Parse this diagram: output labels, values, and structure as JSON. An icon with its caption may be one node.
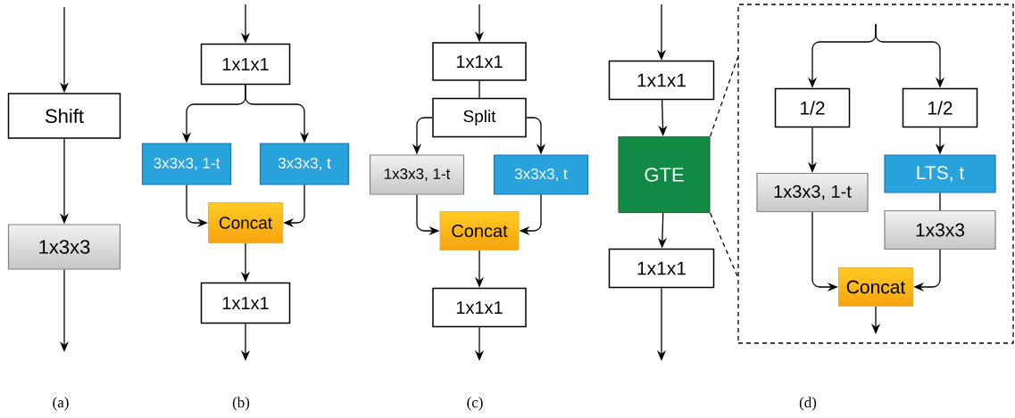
{
  "diagram": {
    "nodes": [
      {
        "text": [
          "Shift"
        ]
      },
      {
        "text": [
          "1x3x3"
        ]
      },
      {
        "text": [
          "1x1x1"
        ]
      },
      {
        "text": [
          "3x3x3, 1-t"
        ]
      },
      {
        "text": [
          "3x3x3, t"
        ]
      },
      {
        "text": [
          "Concat"
        ]
      },
      {
        "text": [
          "1x1x1"
        ]
      },
      {
        "text": [
          "1x1x1"
        ]
      },
      {
        "text": [
          "Split"
        ]
      },
      {
        "text": [
          "1x3x3, 1-t"
        ]
      },
      {
        "text": [
          "3x3x3, t"
        ]
      },
      {
        "text": [
          "Concat"
        ]
      },
      {
        "text": [
          "1x1x1"
        ]
      },
      {
        "text": [
          "1x1x1"
        ]
      },
      {
        "text": [
          "GTE"
        ]
      },
      {
        "text": [
          "1x1x1"
        ]
      },
      {
        "text": [],
        "shape": "box"
      },
      {
        "text": [
          "1/2"
        ],
        "in": 16
      },
      {
        "text": [
          "1/2"
        ],
        "in": 16
      },
      {
        "text": [
          "1x3x3, 1-t"
        ],
        "in": 16
      },
      {
        "text": [
          "LTS, t"
        ],
        "in": 16
      },
      {
        "text": [
          "1x3x3"
        ],
        "in": 16
      },
      {
        "text": [
          "Concat"
        ],
        "in": 16
      }
    ],
    "edges": [
      {
        "from": null,
        "to": 0,
        "arrow": "to"
      },
      {
        "from": 0,
        "to": 1,
        "arrow": "to"
      },
      {
        "from": 1,
        "to": null,
        "arrow": "to"
      },
      {
        "from": null,
        "to": 2,
        "arrow": "to"
      },
      {
        "from": 2,
        "to": 3,
        "arrow": "to"
      },
      {
        "from": 2,
        "to": 4,
        "arrow": "to"
      },
      {
        "from": 3,
        "to": 5,
        "arrow": "to"
      },
      {
        "from": 4,
        "to": 5,
        "arrow": "to"
      },
      {
        "from": 5,
        "to": 6,
        "arrow": "to"
      },
      {
        "from": 6,
        "to": null,
        "arrow": "to"
      },
      {
        "from": null,
        "to": 7,
        "arrow": "to"
      },
      {
        "from": 7,
        "to": 8,
        "arrow": "none"
      },
      {
        "from": 8,
        "to": 9,
        "arrow": "to"
      },
      {
        "from": 8,
        "to": 10,
        "arrow": "to"
      },
      {
        "from": 9,
        "to": 11,
        "arrow": "to"
      },
      {
        "from": 10,
        "to": 11,
        "arrow": "to"
      },
      {
        "from": 11,
        "to": 12,
        "arrow": "to"
      },
      {
        "from": 12,
        "to": null,
        "arrow": "to"
      },
      {
        "from": null,
        "to": 13,
        "arrow": "to"
      },
      {
        "from": 13,
        "to": 14,
        "arrow": "to"
      },
      {
        "from": 14,
        "to": 15,
        "arrow": "to"
      },
      {
        "from": 15,
        "to": null,
        "arrow": "to"
      },
      {
        "from": 14,
        "to": 16,
        "arrow": "none",
        "style": "dashed"
      },
      {
        "from": 14,
        "to": 16,
        "arrow": "none",
        "style": "dashed"
      },
      {
        "from": null,
        "to": 17,
        "arrow": "to"
      },
      {
        "from": null,
        "to": 18,
        "arrow": "to"
      },
      {
        "from": 17,
        "to": 19,
        "arrow": "to"
      },
      {
        "from": 18,
        "to": 20,
        "arrow": "to"
      },
      {
        "from": 20,
        "to": 21,
        "arrow": "none"
      },
      {
        "from": 19,
        "to": 22,
        "arrow": "to"
      },
      {
        "from": 21,
        "to": 22,
        "arrow": "to"
      },
      {
        "from": 22,
        "to": null,
        "arrow": "to"
      }
    ],
    "labels": [
      "(a)",
      "(b)",
      "(c)",
      "(d)"
    ]
  }
}
